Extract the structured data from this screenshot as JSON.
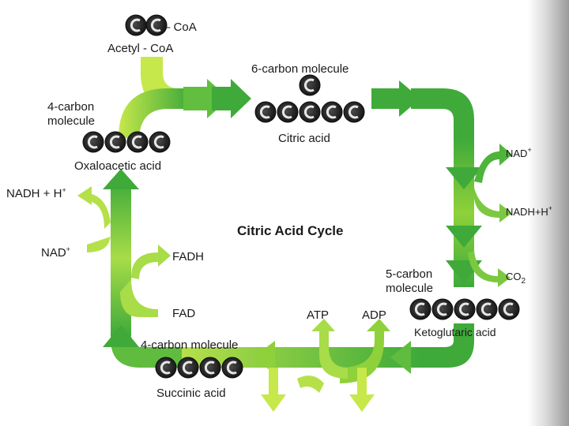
{
  "title": "Citric Acid Cycle",
  "acetyl": {
    "group": "CoA",
    "label": "Acetyl - CoA"
  },
  "citric": {
    "header": "6-carbon molecule",
    "name": "Citric acid"
  },
  "oxaloacetic": {
    "header_line1": "4-carbon",
    "header_line2": "molecule",
    "name": "Oxaloacetic acid"
  },
  "ketoglutaric": {
    "header_line1": "5-carbon",
    "header_line2": "molecule",
    "name": "Ketoglutaric acid"
  },
  "succinic": {
    "header": "4-carbon molecule",
    "name": "Succinic acid"
  },
  "products": {
    "nad_right": "NAD",
    "nad_right_sup": "+",
    "nadh_right": "NADH+H",
    "nadh_right_sup": "+",
    "co2": "CO",
    "co2_sub": "2",
    "atp": "ATP",
    "adp": "ADP",
    "fadh": "FADH",
    "fad": "FAD",
    "nadh_left": "NADH + H",
    "nadh_left_sup": "+",
    "nad_left": "NAD",
    "nad_left_sup": "+"
  },
  "colors": {
    "arrow_light": "#c6e84a",
    "arrow_mid": "#8fd13a",
    "arrow_dark": "#3faa3a",
    "carbon_fill": "#2a2a2a",
    "carbon_highlight": "#e6e6e6"
  }
}
